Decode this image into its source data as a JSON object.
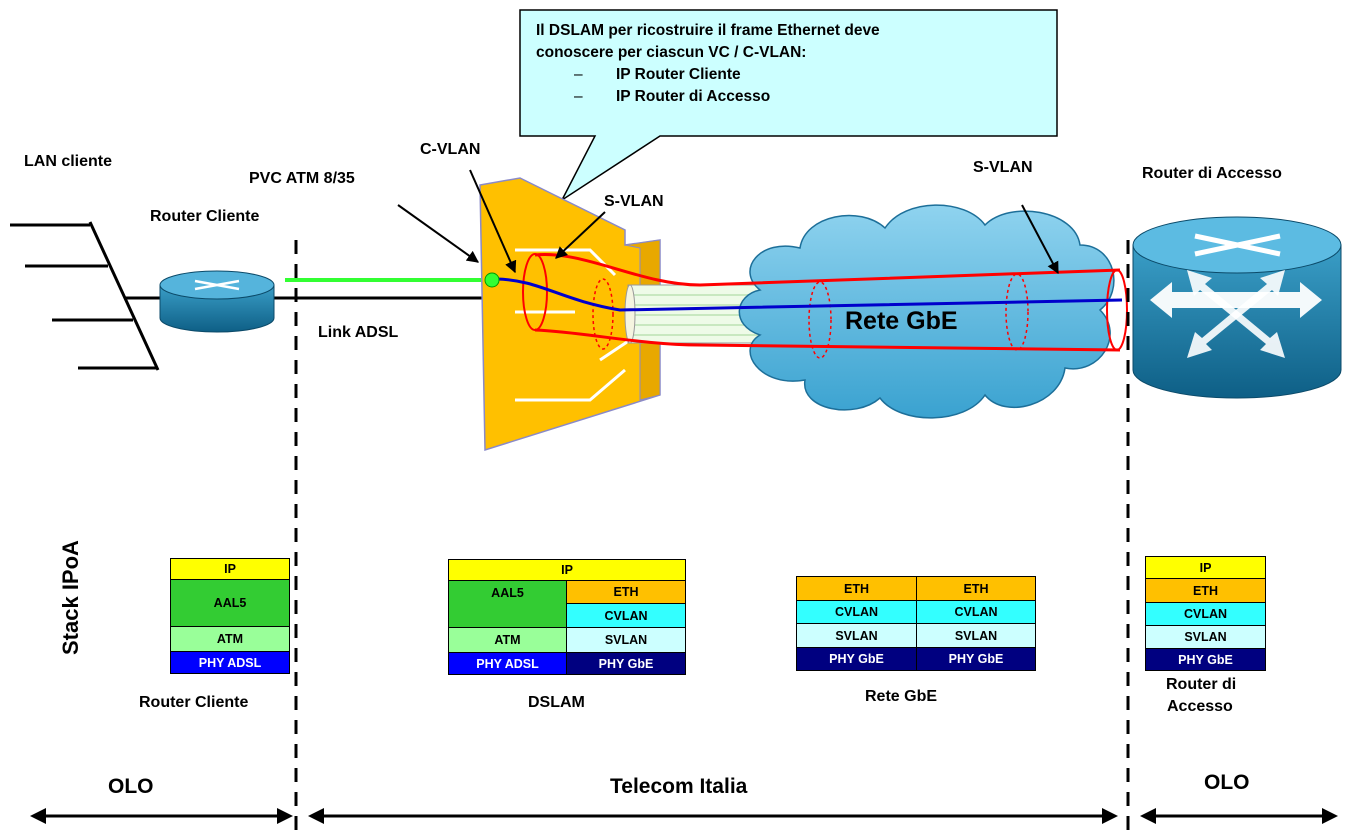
{
  "callout": {
    "line1": "Il DSLAM per ricostruire il frame Ethernet deve",
    "line2": "conoscere per ciascun VC / C-VLAN:",
    "items": [
      "IP Router Cliente",
      "IP Router di Accesso"
    ]
  },
  "labels": {
    "lan_cliente": "LAN cliente",
    "router_cliente_top": "Router Cliente",
    "pvc": "PVC ATM 8/35",
    "cvlan": "C-VLAN",
    "svlan_dslam": "S-VLAN",
    "svlan_net": "S-VLAN",
    "router_accesso_top": "Router di Accesso",
    "link_adsl": "Link ADSL",
    "rete_gbe_cloud": "Rete GbE"
  },
  "stack_title": "Stack IPoA",
  "stacks": {
    "router_cliente": {
      "label": "Router Cliente",
      "ip": "IP",
      "aal5": "AAL5",
      "atm": "ATM",
      "phy": "PHY ADSL"
    },
    "dslam": {
      "label": "DSLAM",
      "ip": "IP",
      "aal5": "AAL5",
      "atm": "ATM",
      "phy_adsl": "PHY ADSL",
      "eth": "ETH",
      "cvlan": "CVLAN",
      "svlan": "SVLAN",
      "phy_gbe": "PHY GbE"
    },
    "rete_gbe": {
      "label": "Rete GbE",
      "left": {
        "eth": "ETH",
        "cvlan": "CVLAN",
        "svlan": "SVLAN",
        "phy": "PHY GbE"
      },
      "right": {
        "eth": "ETH",
        "cvlan": "CVLAN",
        "svlan": "SVLAN",
        "phy": "PHY GbE"
      }
    },
    "router_accesso": {
      "label_line1": "Router di",
      "label_line2": "Accesso",
      "ip": "IP",
      "eth": "ETH",
      "cvlan": "CVLAN",
      "svlan": "SVLAN",
      "phy": "PHY GbE"
    }
  },
  "domains": {
    "olo_left": "OLO",
    "telecom": "Telecom Italia",
    "olo_right": "OLO"
  }
}
